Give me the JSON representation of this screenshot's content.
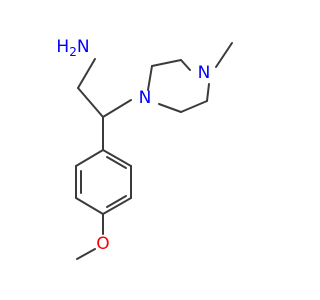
{
  "molecule": {
    "atoms": [
      {
        "id": "amine",
        "text": "H2N",
        "element": "N"
      },
      {
        "id": "piperazine-n1",
        "text": "N",
        "element": "N"
      },
      {
        "id": "piperazine-n4",
        "text": "N",
        "element": "N"
      },
      {
        "id": "methoxy-o",
        "text": "O",
        "element": "O"
      }
    ],
    "colors": {
      "N": "#0000ff",
      "O": "#ff0000",
      "bond": "#3b3b3b"
    }
  }
}
